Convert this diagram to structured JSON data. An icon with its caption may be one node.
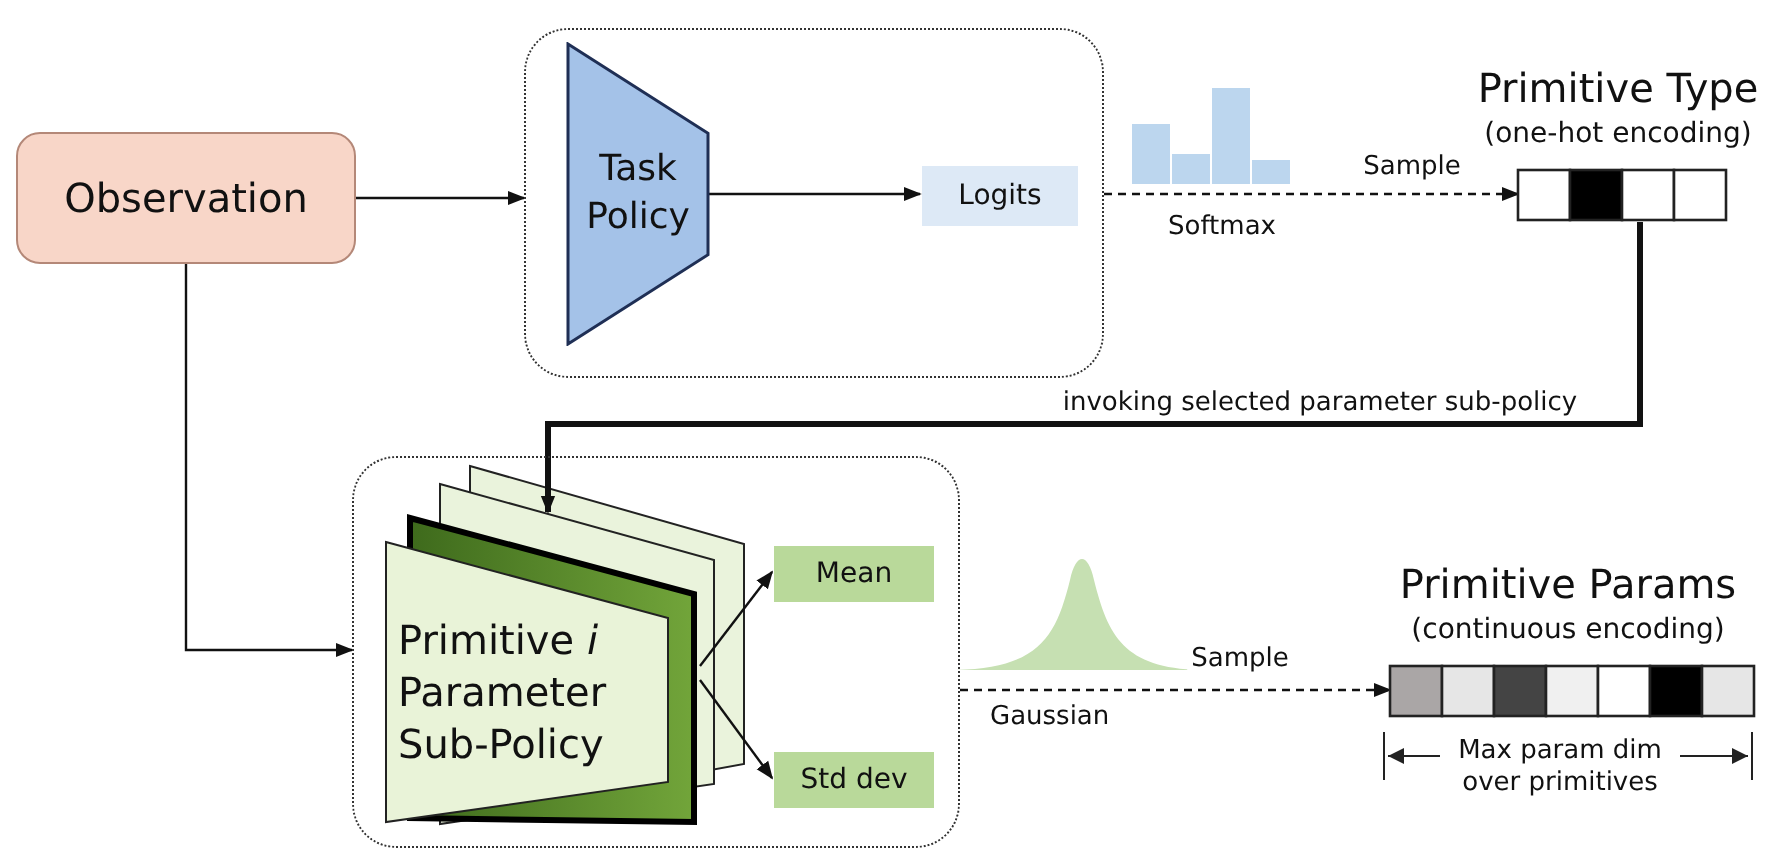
{
  "diagram": {
    "nodes": [
      {
        "text": [
          "Observation"
        ]
      },
      {
        "text": [],
        "shape": "box"
      },
      {
        "text": [
          "Task Policy"
        ],
        "in": 1
      },
      {
        "text": [
          "Logits"
        ],
        "in": 1
      },
      {
        "text": [
          "Primitive Type",
          "(one-hot encoding)"
        ]
      },
      {
        "text": [],
        "shape": "box"
      },
      {
        "text": [
          "Primitive *i* Parameter Sub-Policy"
        ],
        "in": 5
      },
      {
        "text": [
          "Mean"
        ],
        "in": 5
      },
      {
        "text": [
          "Std dev"
        ],
        "in": 5
      },
      {
        "text": [
          "Primitive Params",
          "(continuous encoding)"
        ],
        "beside": [
          "Max param dim over primitives"
        ]
      }
    ],
    "edges": [
      {
        "from": 0,
        "to": 1,
        "arrow": "to"
      },
      {
        "from": 2,
        "to": 3,
        "arrow": "to"
      },
      {
        "from": 1,
        "to": 4,
        "arrow": "to",
        "label": "Sample",
        "style": "dashed"
      },
      {
        "from": 4,
        "to": 6,
        "arrow": "to",
        "label": "invoking selected parameter sub-policy",
        "style": "thick"
      },
      {
        "from": 0,
        "to": 5,
        "arrow": "to"
      },
      {
        "from": 6,
        "to": 7,
        "arrow": "to"
      },
      {
        "from": 6,
        "to": 8,
        "arrow": "to"
      },
      {
        "from": 5,
        "to": 9,
        "arrow": "to",
        "label": "Sample",
        "style": "dashed"
      }
    ],
    "labels": [
      "Softmax",
      "Gaussian"
    ]
  }
}
